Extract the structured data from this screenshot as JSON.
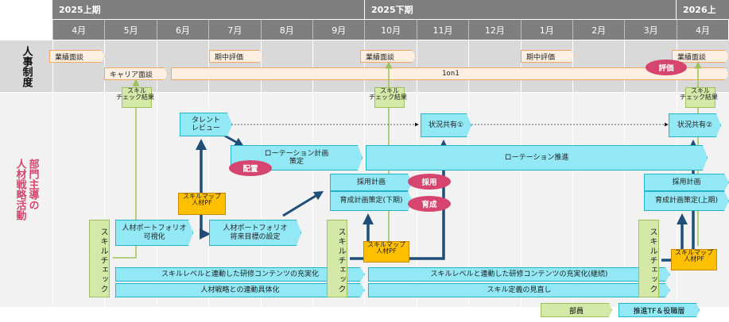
{
  "header": {
    "periods": [
      "2025上期",
      "2025下期",
      "2026上"
    ],
    "months": [
      "4月",
      "5月",
      "6月",
      "7月",
      "8月",
      "9月",
      "10月",
      "11月",
      "12月",
      "1月",
      "2月",
      "3月",
      "4月"
    ]
  },
  "rows": {
    "hr_label": "人事制度",
    "dept_label_col1": "部門主導の",
    "dept_label_col2": "人材戦略活動"
  },
  "hr_items": {
    "performance_interview_1": "業績面談",
    "midterm_eval_1": "期中評価",
    "performance_interview_2": "業績面談",
    "midterm_eval_2": "期中評価",
    "performance_interview_3": "業績面談",
    "career_interview": "キャリア面談",
    "one_on_one": "1on1",
    "evaluation_badge": "評価"
  },
  "flags": {
    "skill_check_result_line1": "スキル",
    "skill_check_result_line2": "チェック結果",
    "skillmap_line1": "スキルマップ",
    "skillmap_line2": "人材PF"
  },
  "dept_items": {
    "talent_review": "タレント\nレビュー",
    "rotation_plan": "ローテーション計画\n策定",
    "placement_badge": "配置",
    "status_share_1": "状況共有①",
    "status_share_2": "状況共有②",
    "rotation_promotion": "ローテーション推進",
    "hiring_plan_1": "採用計画",
    "training_plan_lower": "育成計画策定(下期)",
    "hiring_badge": "採用",
    "training_badge": "育成",
    "hiring_plan_2": "採用計画",
    "training_plan_upper": "育成計画策定(上期)",
    "portfolio_visualize": "人材ポートフォリオ\n可視化",
    "portfolio_target": "人材ポートフォリオ\n将来目標の設定",
    "skill_check": "スキルチェック",
    "training_content_1": "スキルレベルと連動した研修コンテンツの充実化",
    "training_content_2": "スキルレベルと連動した研修コンテンツの充実化(継続)",
    "strategy_link": "人材戦略との連動具体化",
    "skill_def_review": "スキル定義の見直し"
  },
  "legend": {
    "staff": "部員",
    "promotion_tf": "推進TF＆役職層"
  },
  "colors": {
    "header_gray": "#7f7f7f",
    "hr_band": "#d9d9d9",
    "dept_band": "#f2f2f2",
    "cyan_fill": "#92e8f5",
    "cyan_border": "#22b5c8",
    "orange_border": "#f0a860",
    "pink": "#d6456f",
    "green_fill": "#d4e9a8",
    "green_line": "#9cc05a",
    "yellow": "#ffc000",
    "arrow_navy": "#1f4e79"
  }
}
